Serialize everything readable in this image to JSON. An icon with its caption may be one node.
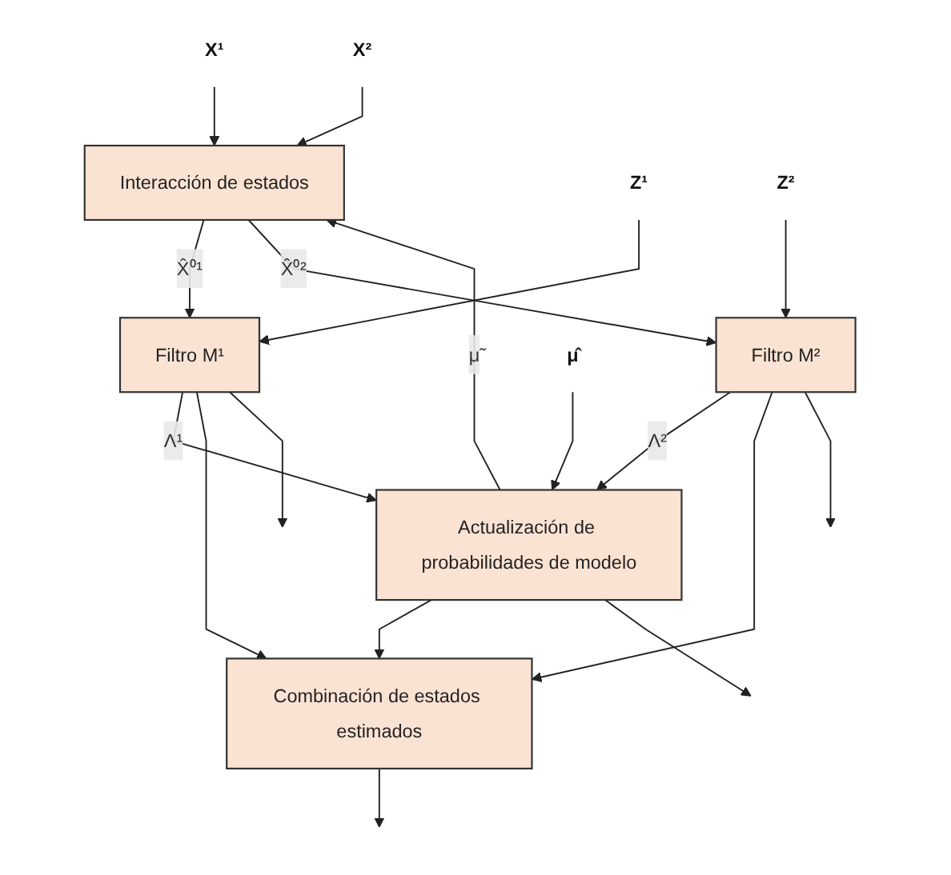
{
  "diagram": {
    "nodes": [
      {
        "text": [
          "X¹"
        ]
      },
      {
        "text": [
          "X²"
        ]
      },
      {
        "text": [
          "Interacción de estados"
        ]
      },
      {
        "text": [
          "Z¹"
        ]
      },
      {
        "text": [
          "Z²"
        ]
      },
      {
        "text": [
          "Filtro M¹"
        ]
      },
      {
        "text": [
          "Filtro M²"
        ]
      },
      {
        "text": [
          "μ̂"
        ]
      },
      {
        "text": [
          "Actualización de probabilidades de modelo"
        ]
      },
      {
        "text": [
          "Combinación de estados estimados"
        ]
      }
    ],
    "edges": [
      {
        "from": 0,
        "to": 2,
        "arrow": "to"
      },
      {
        "from": 1,
        "to": 2,
        "arrow": "to"
      },
      {
        "from": 2,
        "to": 5,
        "arrow": "to",
        "label": "X̂⁰¹"
      },
      {
        "from": 2,
        "to": 6,
        "arrow": "to",
        "label": "X̂⁰²"
      },
      {
        "from": 3,
        "to": 5,
        "arrow": "to"
      },
      {
        "from": 4,
        "to": 6,
        "arrow": "to"
      },
      {
        "from": 6,
        "to": 8,
        "arrow": "to",
        "label": "Λ²"
      },
      {
        "from": 5,
        "to": 8,
        "arrow": "to",
        "label": "Λ¹"
      },
      {
        "from": 7,
        "to": 8,
        "arrow": "to"
      },
      {
        "from": 8,
        "to": 2,
        "arrow": "to",
        "label": "μ̃"
      },
      {
        "from": 8,
        "to": 9,
        "arrow": "to"
      },
      {
        "from": 6,
        "to": 9,
        "arrow": "to"
      },
      {
        "from": 5,
        "to": 9,
        "arrow": "to"
      },
      {
        "from": 5,
        "to": null,
        "arrow": "to"
      },
      {
        "from": 6,
        "to": null,
        "arrow": "to"
      },
      {
        "from": 8,
        "to": null,
        "arrow": "to"
      },
      {
        "from": 9,
        "to": null,
        "arrow": "to"
      }
    ]
  }
}
